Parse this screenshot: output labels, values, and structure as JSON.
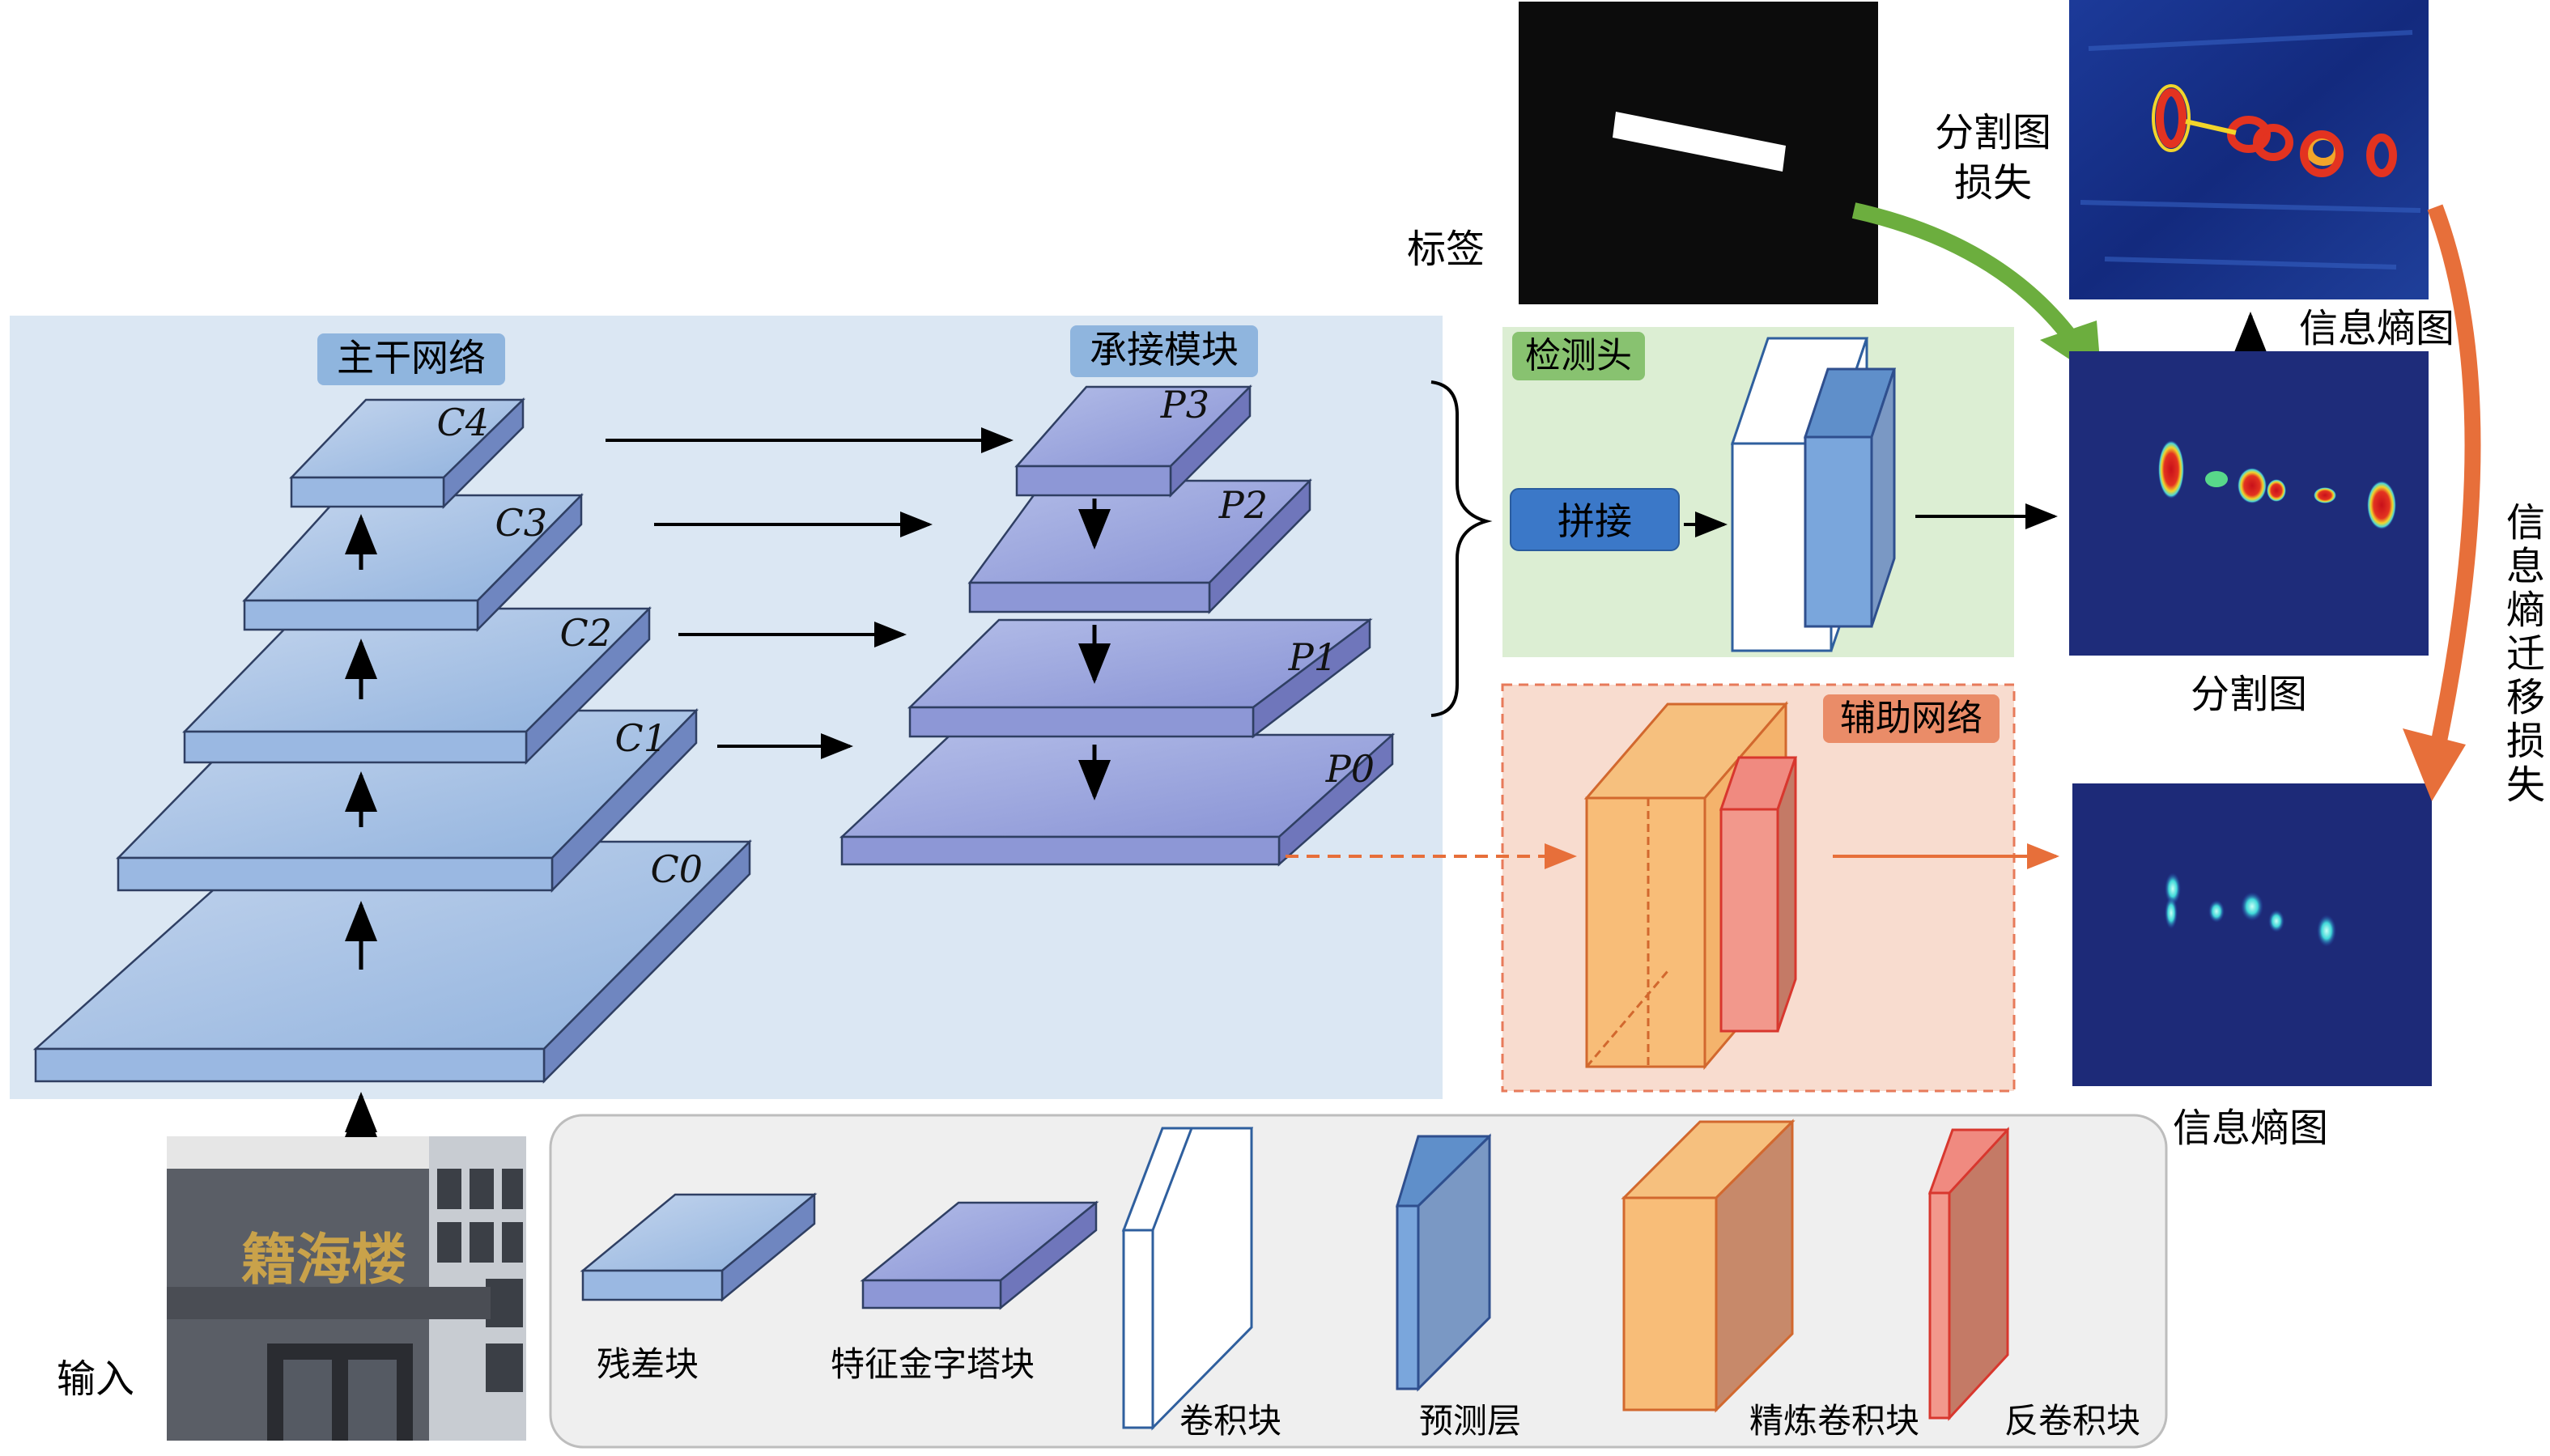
{
  "backbone": {
    "title": "主干网络",
    "layers": [
      "C0",
      "C1",
      "C2",
      "C3",
      "C4"
    ]
  },
  "neck": {
    "title": "承接模块",
    "layers": [
      "P0",
      "P1",
      "P2",
      "P3"
    ]
  },
  "detection_head": {
    "title": "检测头",
    "concat_label": "拼接"
  },
  "aux_network": {
    "title": "辅助网络"
  },
  "label_image": {
    "label": "标签"
  },
  "input_image": {
    "label": "输入",
    "sign_text": "籍海楼"
  },
  "right_column": {
    "seg_loss_label": [
      "分割图",
      "损失"
    ],
    "entropy_map_top_label": "信息熵图",
    "seg_map_label": "分割图",
    "entropy_transfer_loss_label": [
      "信",
      "息",
      "熵",
      "迁",
      "移",
      "损",
      "失"
    ],
    "entropy_map_bottom_label": "信息熵图"
  },
  "legend": {
    "items": [
      "残差块",
      "特征金字塔块",
      "卷积块",
      "预测层",
      "精炼卷积块",
      "反卷积块"
    ]
  },
  "colors": {
    "backbone_bg": "#dbe7f3",
    "head_bg": "#dceed3",
    "aux_bg": "#f8dccf",
    "aux_border": "#e77a5a",
    "green_arrow": "#6cae3e",
    "orange_arrow": "#e76f3a",
    "map_bg": "#1d2a78",
    "legend_bg": "#efefef"
  }
}
